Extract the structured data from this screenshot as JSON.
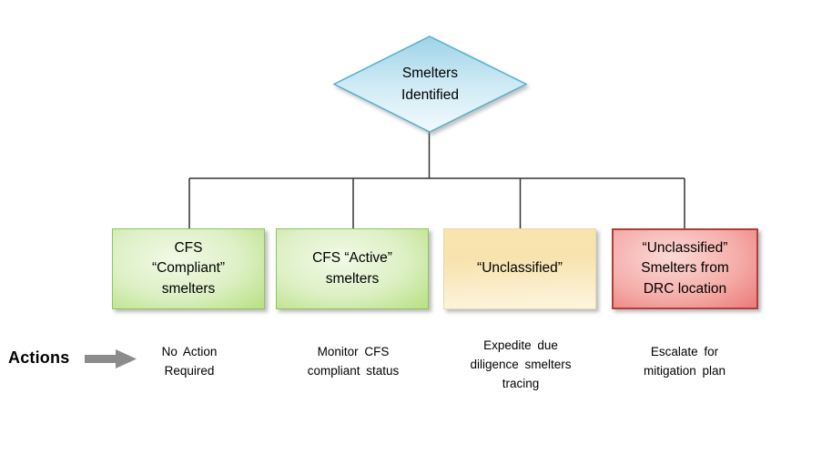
{
  "diagram": {
    "decision": {
      "label": "Smelters\nIdentified"
    },
    "actions_label": "Actions",
    "branches": [
      {
        "id": "cfs-compliant-smelters",
        "box_label": "CFS\n“Compliant”\nsmelters",
        "action": "No Action\nRequired",
        "fill_top": "#f1fae7",
        "fill_bottom": "#b7e082",
        "border": "#8fc463"
      },
      {
        "id": "cfs-active-smelters",
        "box_label": "CFS “Active”\nsmelters",
        "action": "Monitor CFS\ncompliant status",
        "fill_top": "#f1fae7",
        "fill_bottom": "#b7e082",
        "border": "#8fc463"
      },
      {
        "id": "unclassified-smelters",
        "box_label": "“Unclassified”",
        "action": "Expedite due\ndiligence smelters\ntracing",
        "fill_top": "#f9e4ad",
        "fill_bottom": "#fdf5df",
        "border": "#e9d9a9"
      },
      {
        "id": "unclassified-drc-smelters",
        "box_label": "“Unclassified”\nSmelters from\nDRC location",
        "action": "Escalate for\nmitigation plan",
        "fill_top": "#fbd9d6",
        "fill_bottom": "#ec7a78",
        "border": "#ae3f3d"
      }
    ],
    "colors": {
      "diamond_fill_top": "#9ed3e8",
      "diamond_fill_bottom": "#f2fafd",
      "diamond_border": "#56b0cf",
      "connector_line": "#333333",
      "arrow": "#8c8c8c",
      "text": "#000000"
    }
  }
}
